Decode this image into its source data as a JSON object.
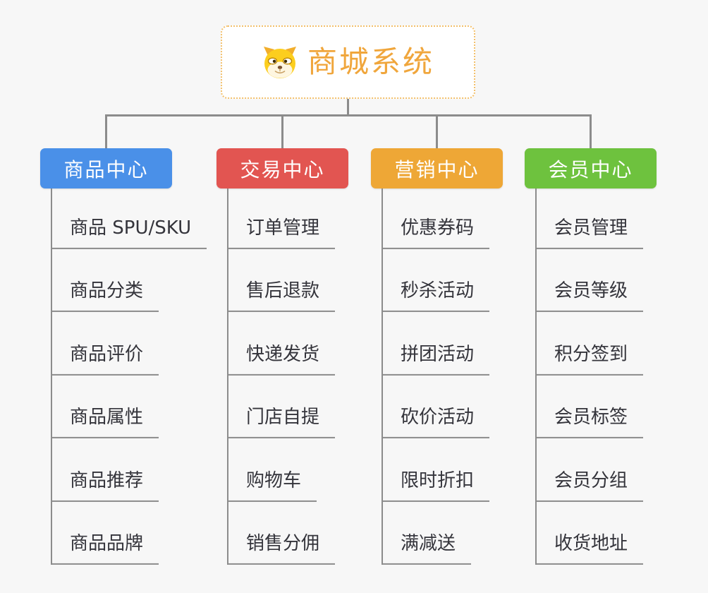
{
  "root": {
    "title": "商城系统",
    "icon": "doge-dog-icon"
  },
  "colors": {
    "background": "#F7F7F7",
    "root_border": "#F3C06B",
    "root_title": "#F0A63C",
    "connector": "#8C8C8C",
    "item_text": "#34343B"
  },
  "branches": [
    {
      "label": "商品中心",
      "color": "#4A90E8",
      "items": [
        "商品 SPU/SKU",
        "商品分类",
        "商品评价",
        "商品属性",
        "商品推荐",
        "商品品牌"
      ]
    },
    {
      "label": "交易中心",
      "color": "#E25551",
      "items": [
        "订单管理",
        "售后退款",
        "快递发货",
        "门店自提",
        "购物车",
        "销售分佣"
      ]
    },
    {
      "label": "营销中心",
      "color": "#EEA736",
      "items": [
        "优惠券码",
        "秒杀活动",
        "拼团活动",
        "砍价活动",
        "限时折扣",
        "满减送"
      ]
    },
    {
      "label": "会员中心",
      "color": "#6EC23E",
      "items": [
        "会员管理",
        "会员等级",
        "积分签到",
        "会员标签",
        "会员分组",
        "收货地址"
      ]
    }
  ]
}
